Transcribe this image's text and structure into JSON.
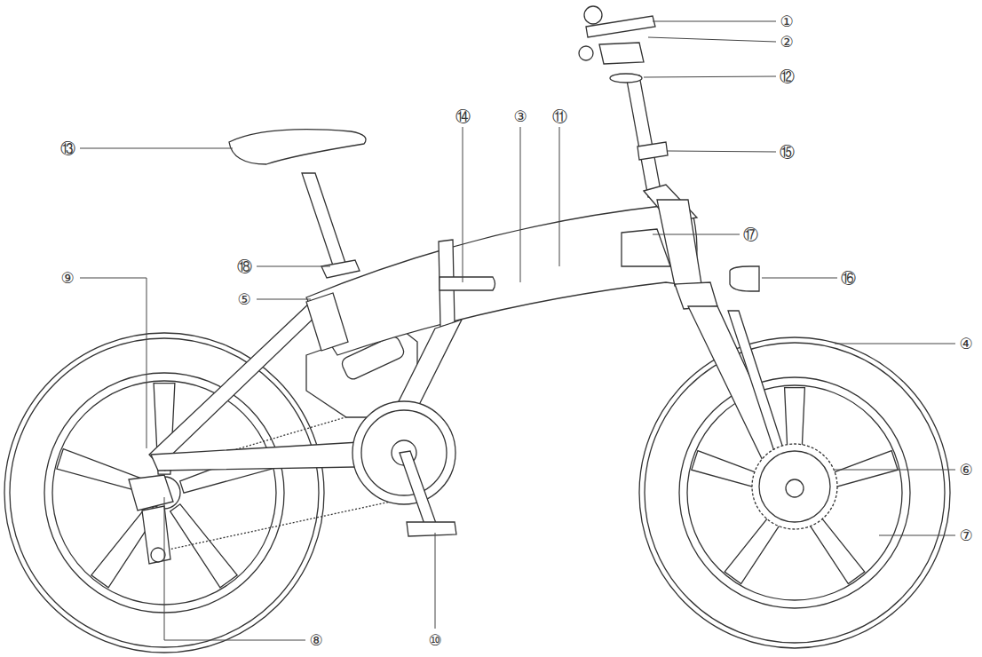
{
  "diagram": {
    "labels": [
      "①",
      "②",
      "⑫",
      "⑭",
      "③",
      "⑪",
      "⑬",
      "⑮",
      "⑰",
      "⑱",
      "⑨",
      "⑤",
      "⑯",
      "④",
      "⑥",
      "⑦",
      "⑧",
      "⑩"
    ]
  }
}
